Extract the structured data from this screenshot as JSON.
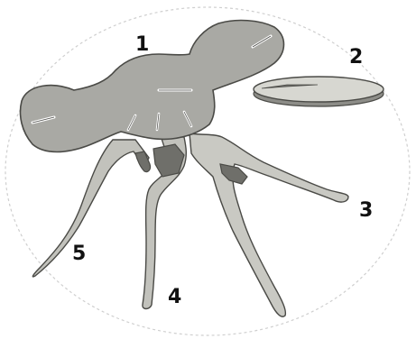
{
  "callouts": [
    {
      "id": "1",
      "text": "1"
    },
    {
      "id": "2",
      "text": "2"
    },
    {
      "id": "3",
      "text": "3"
    },
    {
      "id": "4",
      "text": "4"
    },
    {
      "id": "5",
      "text": "5"
    }
  ],
  "colors": {
    "part_fill": "#a9a9a4",
    "part_fill_light": "#c8c8c2",
    "part_shade": "#6f6f6a",
    "outline": "#4a4a46",
    "ellipse_dash": "#c9c9c9",
    "background": "#ffffff"
  }
}
